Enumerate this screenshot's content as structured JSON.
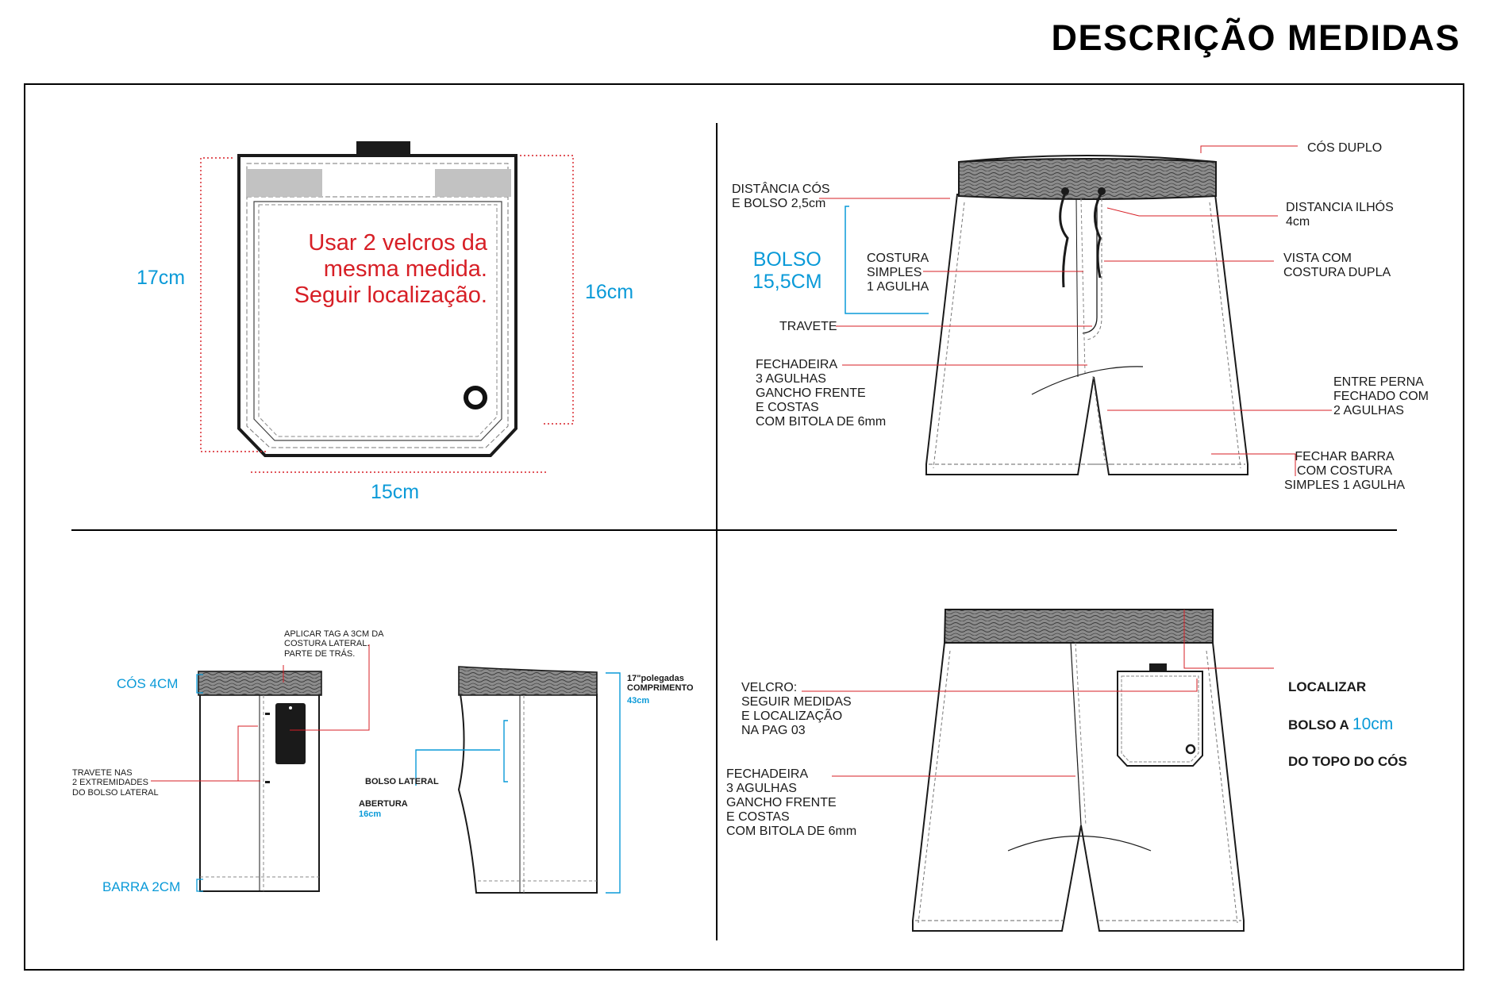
{
  "page_title": "DESCRIÇÃO MEDIDAS",
  "pocket_panel": {
    "note": "Usar 2 velcros da\nmesma medida.\nSeguir localização.",
    "dim_height_outer": "17cm",
    "dim_height_inner": "16cm",
    "dim_width": "15cm"
  },
  "front_panel": {
    "cos_duplo": "CÓS DUPLO",
    "distancia_cos_bolso": "DISTÂNCIA CÓS\nE BOLSO 2,5cm",
    "distancia_ilhos": "DISTANCIA ILHÓS\n4cm",
    "bolso_size": "BOLSO\n15,5CM",
    "costura_simples": "COSTURA\nSIMPLES\n1 AGULHA",
    "vista": "VISTA COM\nCOSTURA DUPLA",
    "travete": "TRAVETE",
    "fechadeira": "FECHADEIRA\n3 AGULHAS\nGANCHO FRENTE\nE COSTAS\nCOM BITOLA DE 6mm",
    "entre_perna": "ENTRE PERNA\nFECHADO COM\n2 AGULHAS",
    "fechar_barra": "FECHAR BARRA\nCOM COSTURA\nSIMPLES 1 AGULHA"
  },
  "side_panel": {
    "aplicar_tag": "APLICAR TAG A 3CM DA\nCOSTURA LATERAL.\nPARTE DE TRÁS.",
    "cos": "CÓS 4CM",
    "travete": "TRAVETE  NAS\n2 EXTREMIDADES\nDO  BOLSO LATERAL",
    "barra": "BARRA 2CM",
    "comprimento_label": "17\"polegadas\nCOMPRIMENTO",
    "comprimento_cm": "43cm",
    "bolso_lateral": "BOLSO LATERAL",
    "abertura_label": "ABERTURA",
    "abertura_value": "16cm"
  },
  "back_panel": {
    "velcro": "VELCRO:\nSEGUIR MEDIDAS\nE LOCALIZAÇÃO\nNA PAG 03",
    "fechadeira": "FECHADEIRA\n3 AGULHAS\nGANCHO FRENTE\nE COSTAS\nCOM BITOLA DE 6mm",
    "localizar_1": "LOCALIZAR",
    "localizar_2": "BOLSO A",
    "localizar_value": "10cm",
    "localizar_3": "DO TOPO DO CÓS"
  },
  "colors": {
    "blue": "#0a9ad8",
    "red": "#d71f26",
    "band": "#8c8c8c"
  }
}
